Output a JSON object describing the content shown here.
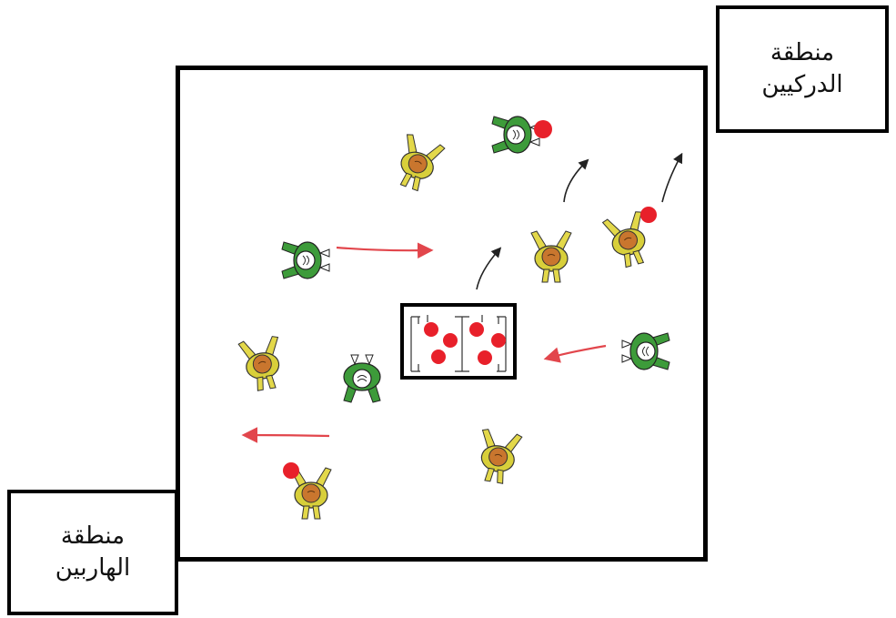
{
  "labels": {
    "seekers_zone": [
      "منطقة",
      "الدركيين"
    ],
    "escapers_zone": [
      "منطقة",
      "الهاربين"
    ]
  },
  "colors": {
    "yellow_player_shirt": "#d8cf3a",
    "yellow_player_head": "#c9762e",
    "green_player_shirt": "#3d9b3a",
    "ball": "#e8202a",
    "red_arrow": "#e2464c",
    "black_arrow": "#222222",
    "border": "#000000"
  },
  "icons": {
    "yellow_player": "player-yellow-icon",
    "green_player": "player-green-icon",
    "ball": "ball-icon",
    "arrow": "arrow-icon"
  },
  "center_box": {
    "ball_count": 6
  }
}
